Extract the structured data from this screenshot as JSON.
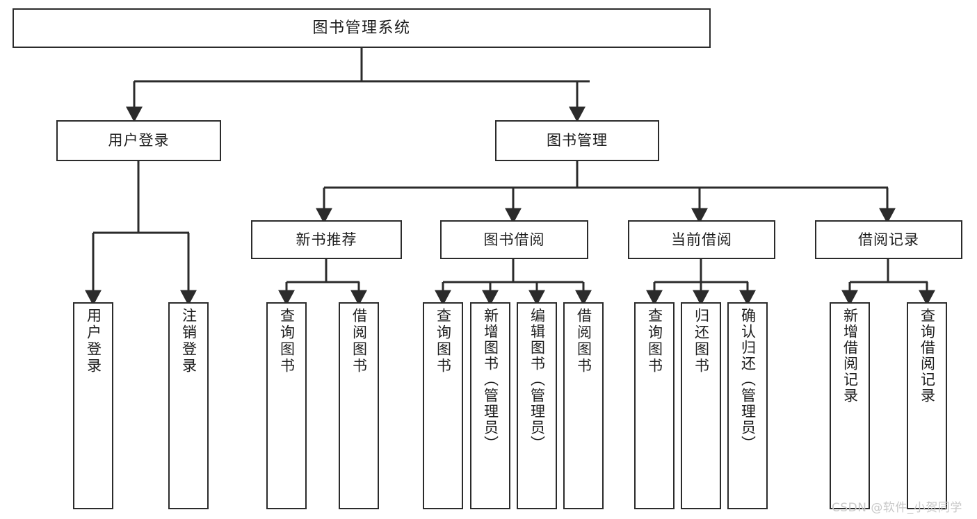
{
  "diagram": {
    "title": "图书管理系统",
    "type": "tree-hierarchy-chart",
    "orientation": "top-down",
    "stroke_color": "#2b2b2b",
    "node_fill": "#ffffff",
    "background": "#ffffff",
    "watermark": "CSDN @软件_小贺同学",
    "levels": [
      {
        "level": 1,
        "nodes": [
          {
            "id": "root",
            "label": "图书管理系统",
            "text_direction": "horizontal"
          }
        ]
      },
      {
        "level": 2,
        "nodes": [
          {
            "id": "user-login",
            "label": "用户登录",
            "text_direction": "horizontal",
            "parent": "root"
          },
          {
            "id": "book-manage",
            "label": "图书管理",
            "text_direction": "horizontal",
            "parent": "root"
          }
        ]
      },
      {
        "level": 3,
        "nodes": [
          {
            "id": "new-book-recommend",
            "label": "新书推荐",
            "text_direction": "horizontal",
            "parent": "book-manage"
          },
          {
            "id": "book-borrow",
            "label": "图书借阅",
            "text_direction": "horizontal",
            "parent": "book-manage"
          },
          {
            "id": "current-borrow",
            "label": "当前借阅",
            "text_direction": "horizontal",
            "parent": "book-manage"
          },
          {
            "id": "borrow-record",
            "label": "借阅记录",
            "text_direction": "horizontal",
            "parent": "book-manage"
          }
        ]
      },
      {
        "level": 4,
        "nodes": [
          {
            "id": "leaf-user-login",
            "label": "用户登录",
            "text_direction": "vertical",
            "parent": "user-login"
          },
          {
            "id": "leaf-logout-login",
            "label": "注销登录",
            "text_direction": "vertical",
            "parent": "user-login"
          },
          {
            "id": "leaf-query-book-1",
            "label": "查询图书",
            "text_direction": "vertical",
            "parent": "new-book-recommend"
          },
          {
            "id": "leaf-borrow-book-1",
            "label": "借阅图书",
            "text_direction": "vertical",
            "parent": "new-book-recommend"
          },
          {
            "id": "leaf-query-book-2",
            "label": "查询图书",
            "text_direction": "vertical",
            "parent": "book-borrow"
          },
          {
            "id": "leaf-add-book",
            "label": "新增图书（管理员）",
            "text_direction": "vertical",
            "parent": "book-borrow"
          },
          {
            "id": "leaf-edit-book",
            "label": "编辑图书（管理员）",
            "text_direction": "vertical",
            "parent": "book-borrow"
          },
          {
            "id": "leaf-borrow-book-2",
            "label": "借阅图书",
            "text_direction": "vertical",
            "parent": "book-borrow"
          },
          {
            "id": "leaf-query-book-3",
            "label": "查询图书",
            "text_direction": "vertical",
            "parent": "current-borrow"
          },
          {
            "id": "leaf-return-book",
            "label": "归还图书",
            "text_direction": "vertical",
            "parent": "current-borrow"
          },
          {
            "id": "leaf-confirm-return",
            "label": "确认归还（管理员）",
            "text_direction": "vertical",
            "parent": "current-borrow"
          },
          {
            "id": "leaf-add-record",
            "label": "新增借阅记录",
            "text_direction": "vertical",
            "parent": "borrow-record"
          },
          {
            "id": "leaf-query-record",
            "label": "查询借阅记录",
            "text_direction": "vertical",
            "parent": "borrow-record"
          }
        ]
      }
    ]
  }
}
